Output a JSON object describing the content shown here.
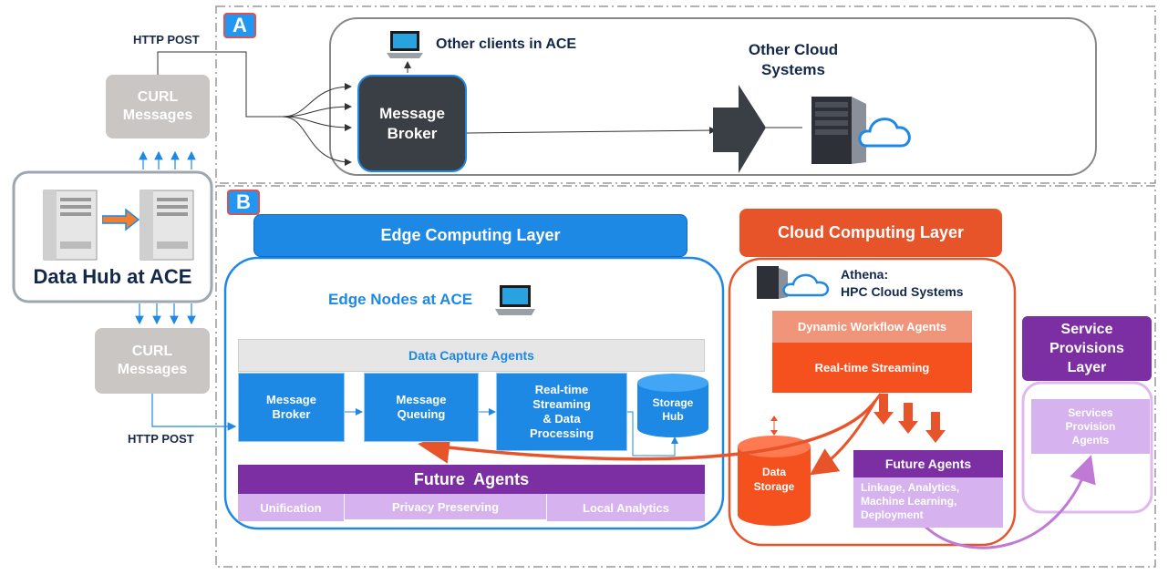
{
  "section_a": {
    "badge": "A"
  },
  "section_b": {
    "badge": "B"
  },
  "left": {
    "http_post_top": "HTTP POST",
    "curl_top": "CURL\nMessages",
    "data_hub": "Data Hub at ACE",
    "curl_bottom": "CURL\nMessages",
    "http_post_bottom": "HTTP POST"
  },
  "top_panel": {
    "other_clients": "Other clients in ACE",
    "message_broker": "Message\nBroker",
    "other_cloud": "Other Cloud\nSystems"
  },
  "edge": {
    "header": "Edge Computing Layer",
    "nodes_title": "Edge Nodes at ACE",
    "data_capture": "Data Capture Agents",
    "message_broker": "Message\nBroker",
    "message_queuing": "Message\nQueuing",
    "realtime": "Real-time\nStreaming\n& Data\nProcessing",
    "storage_hub": "Storage\nHub",
    "future_agents": "Future  Agents",
    "unification": "Unification",
    "privacy": "Privacy Preserving",
    "local_analytics": "Local Analytics"
  },
  "cloud": {
    "header": "Cloud Computing Layer",
    "athena": "Athena:\nHPC Cloud Systems",
    "dynamic_workflow": "Dynamic Workflow Agents",
    "realtime_streaming": "Real-time Streaming",
    "data_storage": "Data\nStorage",
    "future_agents": "Future Agents",
    "future_agents_desc": "Linkage, Analytics,\nMachine Learning,\nDeployment"
  },
  "service": {
    "header": "Service\nProvisions\nLayer",
    "agents": "Services\nProvision\nAgents"
  },
  "colors": {
    "edge_blue": "#1e88e5",
    "cloud_orange": "#f4511e",
    "purple": "#7b2fa3",
    "light_purple": "#d6b3ee",
    "dark_broker": "#3a3f45",
    "gray": "#c9c6c4"
  }
}
